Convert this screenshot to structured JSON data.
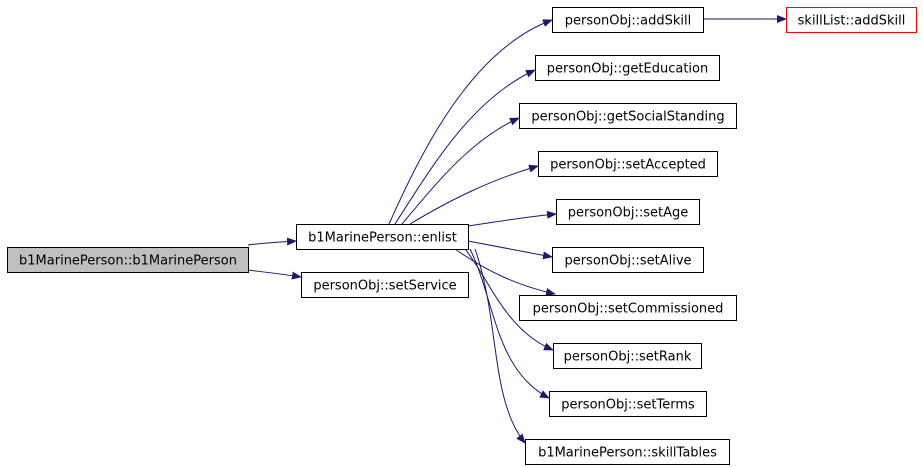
{
  "diagram": {
    "colors": {
      "edge": "#191970",
      "node_border": "#000000",
      "root_fill": "#bfbfbf",
      "external_border": "#ff0000",
      "node_fill": "#ffffff"
    },
    "nodes": [
      {
        "id": "root",
        "label": "b1MarinePerson::b1MarinePerson",
        "style": "root"
      },
      {
        "id": "enlist",
        "label": "b1MarinePerson::enlist",
        "style": "normal"
      },
      {
        "id": "setService",
        "label": "personObj::setService",
        "style": "normal"
      },
      {
        "id": "addSkill",
        "label": "personObj::addSkill",
        "style": "normal"
      },
      {
        "id": "skillListAdd",
        "label": "skillList::addSkill",
        "style": "external"
      },
      {
        "id": "getEducation",
        "label": "personObj::getEducation",
        "style": "normal"
      },
      {
        "id": "getSocialStanding",
        "label": "personObj::getSocialStanding",
        "style": "normal"
      },
      {
        "id": "setAccepted",
        "label": "personObj::setAccepted",
        "style": "normal"
      },
      {
        "id": "setAge",
        "label": "personObj::setAge",
        "style": "normal"
      },
      {
        "id": "setAlive",
        "label": "personObj::setAlive",
        "style": "normal"
      },
      {
        "id": "setCommissioned",
        "label": "personObj::setCommissioned",
        "style": "normal"
      },
      {
        "id": "setRank",
        "label": "personObj::setRank",
        "style": "normal"
      },
      {
        "id": "setTerms",
        "label": "personObj::setTerms",
        "style": "normal"
      },
      {
        "id": "skillTables",
        "label": "b1MarinePerson::skillTables",
        "style": "normal"
      }
    ],
    "edges": [
      {
        "from": "root",
        "to": "enlist"
      },
      {
        "from": "root",
        "to": "setService"
      },
      {
        "from": "enlist",
        "to": "addSkill"
      },
      {
        "from": "addSkill",
        "to": "skillListAdd"
      },
      {
        "from": "enlist",
        "to": "getEducation"
      },
      {
        "from": "enlist",
        "to": "getSocialStanding"
      },
      {
        "from": "enlist",
        "to": "setAccepted"
      },
      {
        "from": "enlist",
        "to": "setAge"
      },
      {
        "from": "enlist",
        "to": "setAlive"
      },
      {
        "from": "enlist",
        "to": "setCommissioned"
      },
      {
        "from": "enlist",
        "to": "setRank"
      },
      {
        "from": "enlist",
        "to": "setTerms"
      },
      {
        "from": "enlist",
        "to": "skillTables"
      }
    ]
  }
}
